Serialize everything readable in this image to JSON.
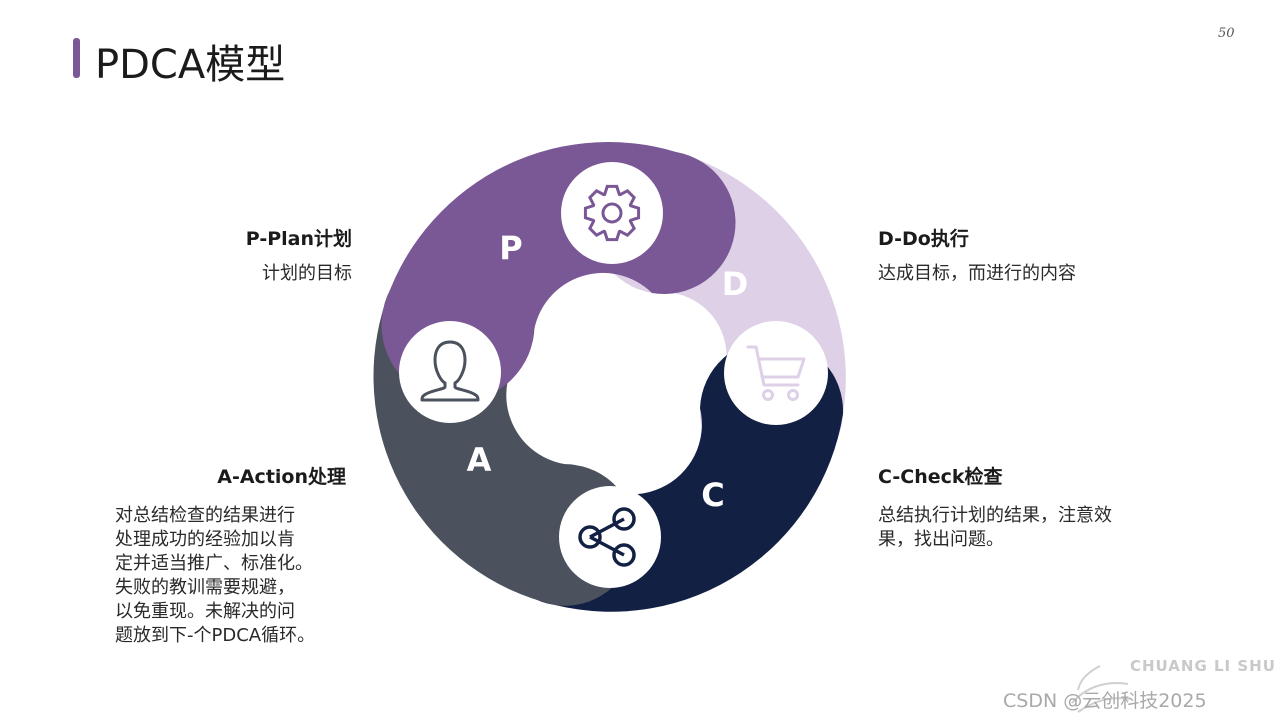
{
  "header": {
    "title": "PDCA模型",
    "page_number": "50"
  },
  "quadrants": {
    "plan": {
      "letter": "P",
      "heading": "P-Plan计划",
      "text": "计划的目标",
      "icon": "gear-icon"
    },
    "do": {
      "letter": "D",
      "heading": "D-Do执行",
      "text": "达成目标，而进行的内容",
      "icon": "cart-icon"
    },
    "check": {
      "letter": "C",
      "heading": "C-Check检查",
      "lines": [
        "总结执行计划的结果，注意效",
        "果，找出问题。"
      ],
      "icon": "share-icon"
    },
    "action": {
      "letter": "A",
      "heading": "A-Action处理",
      "lines": [
        "对总结检查的结果进行",
        "处理成功的经验加以肯",
        "定并适当推广、标准化。",
        "失败的教训需要规避，",
        "以免重现。未解决的问",
        "题放到下-个PDCA循环。"
      ],
      "icon": "user-icon"
    }
  },
  "colors": {
    "plan": "#7a5795",
    "do": "#ddd0e7",
    "check": "#122044",
    "action": "#4b525d",
    "icon_stroke": "#ffffff"
  },
  "watermark": {
    "brand": "CHUANG LI SHU",
    "source": "CSDN @云创科技2025"
  }
}
